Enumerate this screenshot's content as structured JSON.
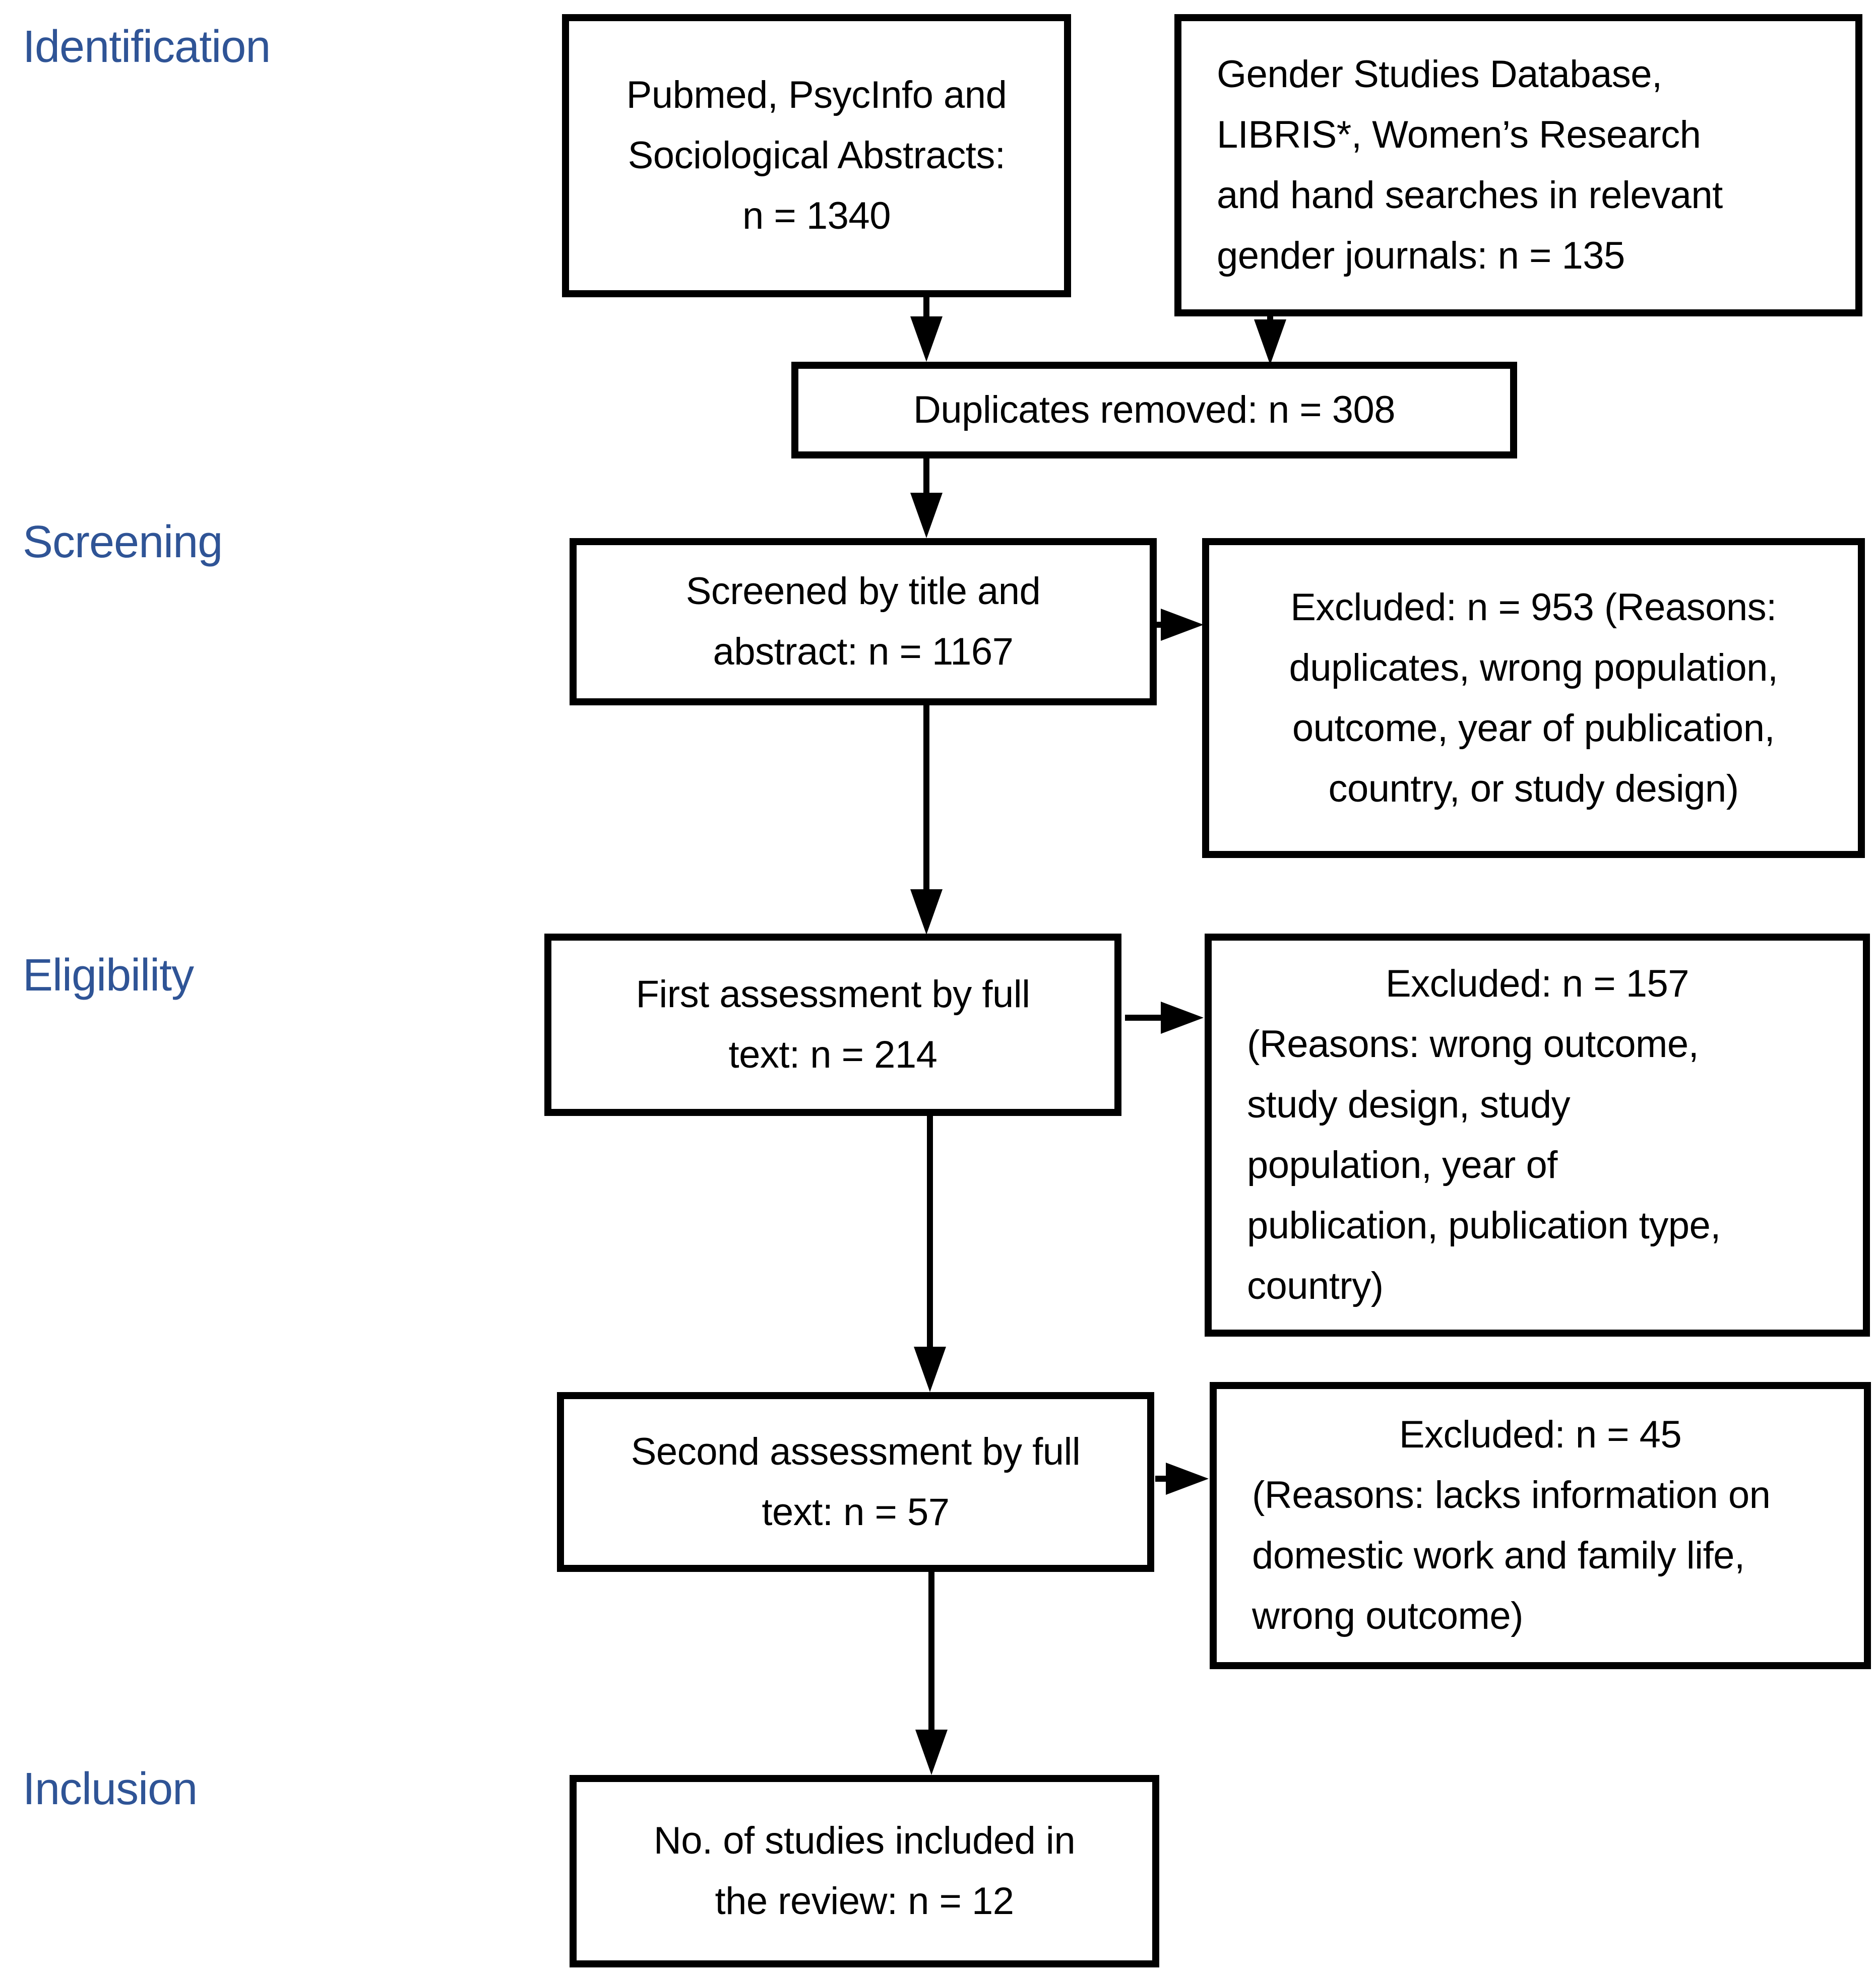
{
  "diagram": {
    "type": "prisma-flowchart",
    "accent_color": "#2F5496",
    "box_border_color": "#000000",
    "stages": {
      "identification": "Identification",
      "screening": "Screening",
      "eligibility": "Eligibility",
      "inclusion": "Inclusion"
    },
    "boxes": {
      "pubmed": {
        "text": "Pubmed, PsycInfo and\nSociological Abstracts:\nn = 1340"
      },
      "gender": {
        "text": "Gender Studies Database,\nLIBRIS*, Women’s Research\nand hand searches in relevant\ngender journals:  n = 135"
      },
      "duplicates": {
        "text": "Duplicates removed: n = 308"
      },
      "screened": {
        "text": "Screened by title and\nabstract: n = 1167"
      },
      "excluded_screening": {
        "text": "Excluded: n = 953 (Reasons:\nduplicates, wrong population,\noutcome, year of publication,\ncountry, or study design)"
      },
      "first_assessment": {
        "text": "First assessment by full\ntext: n = 214"
      },
      "excluded_first": {
        "title": "Excluded: n = 157",
        "body": "(Reasons: wrong outcome,\nstudy design, study\npopulation, year of\npublication, publication type,\ncountry)"
      },
      "second_assessment": {
        "text": "Second assessment by full\ntext: n = 57"
      },
      "excluded_second": {
        "title": "Excluded: n = 45",
        "body": "(Reasons: lacks information on\ndomestic work and family life,\nwrong outcome)"
      },
      "included": {
        "text": "No. of studies included in\nthe review: n = 12"
      }
    },
    "counts": {
      "databases_main": 1340,
      "databases_other": 135,
      "duplicates_removed": 308,
      "screened_title_abstract": 1167,
      "excluded_screening": 953,
      "first_full_text": 214,
      "excluded_first": 157,
      "second_full_text": 57,
      "excluded_second": 45,
      "included_in_review": 12
    }
  }
}
